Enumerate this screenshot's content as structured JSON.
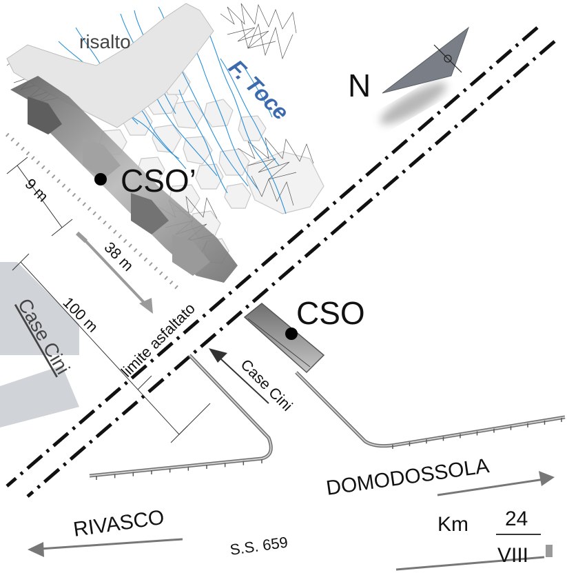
{
  "labels": {
    "risalto": "risalto",
    "river": "F. Toce",
    "north": "N",
    "cso_prime": "CSO’",
    "cso": "CSO",
    "d9": "9 m",
    "d38": "38 m",
    "d100": "100 m",
    "case_cini_left": "Case Cini",
    "case_cini_road": "Case Cini",
    "limite": "limite asfaltato",
    "domodossola": "DOMODOSSOLA",
    "rivasco": "RIVASCO",
    "road": "S.S. 659",
    "km": "Km",
    "km_num": "24",
    "km_roman": "VIII"
  },
  "colors": {
    "river": "#3d6aad",
    "stream": "#2a8fd6",
    "building": "#d0d3d8",
    "block": "#8e8e8e",
    "road": "#808080"
  },
  "icons": {
    "north_arrow": "north-arrow-icon",
    "station_dot": "station-dot-icon"
  }
}
